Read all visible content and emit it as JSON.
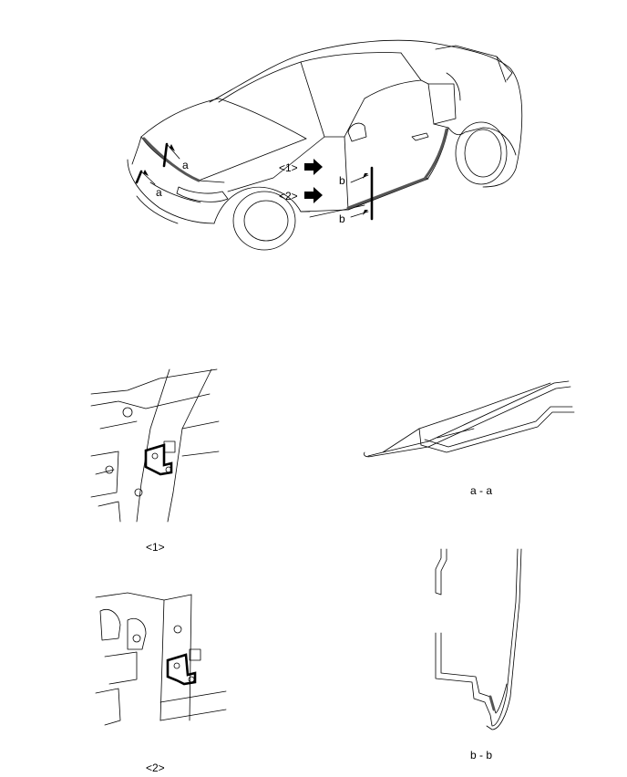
{
  "labels": {
    "section_a": "a",
    "section_b": "b",
    "view_1": "<1>",
    "view_2": "<2>",
    "section_aa": "a - a",
    "section_bb": "b - b"
  }
}
